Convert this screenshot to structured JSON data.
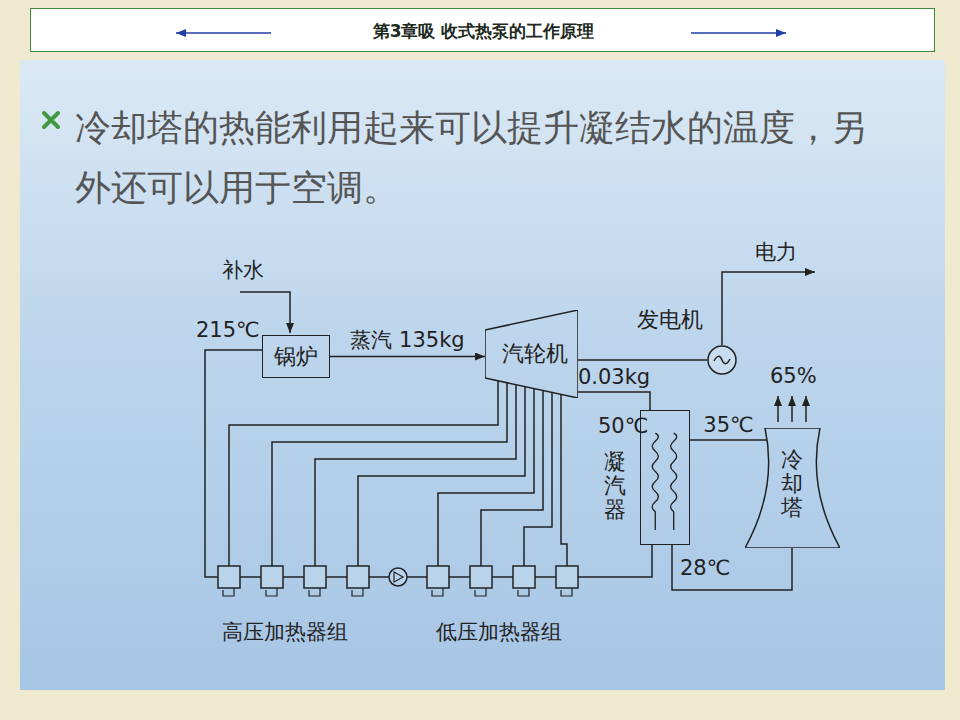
{
  "diagram": {
    "title": "第3章吸 收式热泵的工作原理",
    "nodes": [
      {
        "text": [
          "锅炉"
        ]
      },
      {
        "text": [
          "汽轮机"
        ]
      },
      {
        "text": [
          "发电机"
        ]
      },
      {
        "text": [
          "凝汽器"
        ]
      },
      {
        "text": [
          "冷却塔"
        ]
      }
    ],
    "edges": [
      {
        "from": 0,
        "to": 1,
        "arrow": "to",
        "label": "蒸汽 135kg"
      },
      {
        "from": 1,
        "to": 2,
        "arrow": "none"
      },
      {
        "from": 1,
        "to": 3,
        "arrow": "none",
        "label": "0.03kg"
      },
      {
        "from": 3,
        "to": 4,
        "arrow": "none",
        "label": "35℃"
      },
      {
        "from": 3,
        "to": 4,
        "arrow": "none",
        "label": "28℃"
      }
    ],
    "labels": [
      "冷却塔的热能利用起来可以提升凝结水的温度，另外还可以用于空调。",
      "补水",
      "215℃",
      "电力",
      "65%",
      "50℃",
      "高压加热器组",
      "低压加热器组"
    ]
  }
}
